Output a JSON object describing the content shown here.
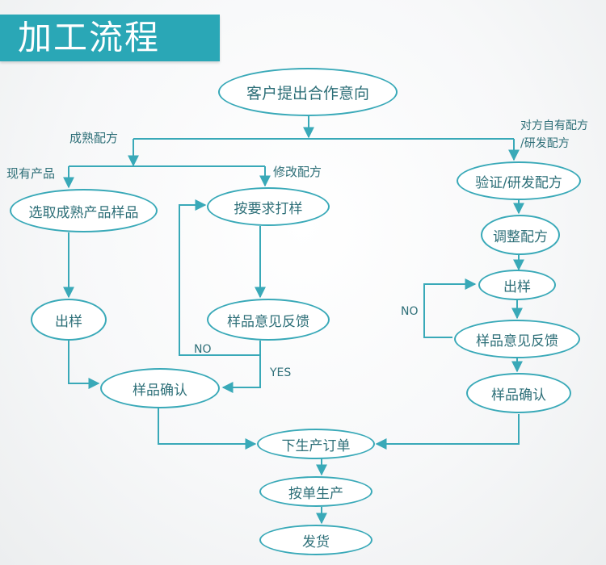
{
  "title": "加工流程",
  "nodes": {
    "start": "客户提出合作意向",
    "select_sample": "选取成熟产品样品",
    "make_sample_left": "出样",
    "custom_sample": "按要求打样",
    "feedback_mid": "样品意见反馈",
    "confirm_mid": "样品确认",
    "verify_formula": "验证/研发配方",
    "adjust_formula": "调整配方",
    "make_sample_right": "出样",
    "feedback_right": "样品意见反馈",
    "confirm_right": "样品确认",
    "order": "下生产订单",
    "produce": "按单生产",
    "ship": "发货"
  },
  "labels": {
    "mature_formula": "成熟配方",
    "own_formula_line1": "对方自有配方",
    "own_formula_line2": "/研发配方",
    "existing_product": "现有产品",
    "modify_formula": "修改配方",
    "no_mid": "NO",
    "yes_mid": "YES",
    "no_right": "NO"
  },
  "colors": {
    "accent": "#2aa7b6",
    "line": "#39a9b8",
    "text": "#2d6f78"
  }
}
